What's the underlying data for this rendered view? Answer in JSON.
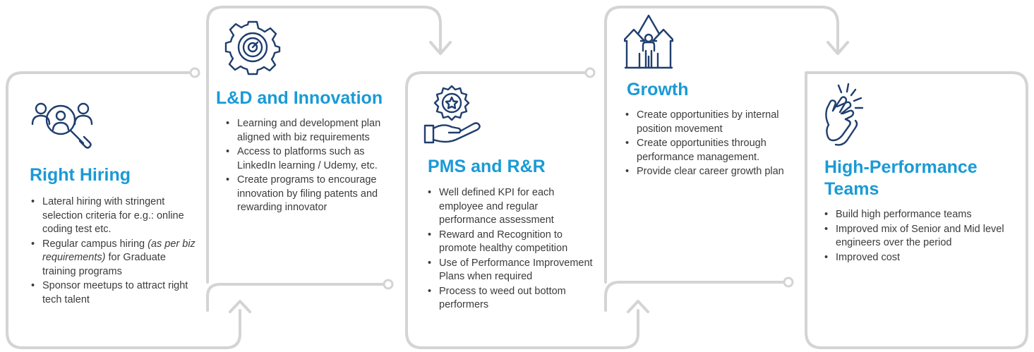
{
  "colors": {
    "accent": "#1a9ad6",
    "connector": "#d4d4d4",
    "icon": "#1f3e6e",
    "text": "#3b3b3b"
  },
  "cards": [
    {
      "title": "Right Hiring",
      "icon": "recruitment-search-icon",
      "bullets": [
        "Lateral hiring with stringent selection criteria for e.g.: online coding test etc.",
        "Regular campus hiring (as per biz requirements) for Graduate training programs",
        "Sponsor meetups to attract right tech talent"
      ],
      "bullet_parts": {
        "before": "Regular campus hiring ",
        "emphasis": "(as per biz requirements)",
        "after": " for Graduate training programs"
      }
    },
    {
      "title": "L&D and Innovation",
      "icon": "gear-target-icon",
      "bullets": [
        "Learning and development plan aligned with biz requirements",
        "Access to platforms such as LinkedIn learning / Udemy, etc.",
        "Create programs to encourage innovation by filing patents and rewarding innovator"
      ]
    },
    {
      "title": "PMS and R&R",
      "icon": "award-hand-icon",
      "bullets": [
        "Well defined KPI for each employee and regular performance assessment",
        "Reward and Recognition to promote healthy competition",
        "Use of Performance Improvement Plans when required",
        "Process to weed out bottom performers"
      ]
    },
    {
      "title": "Growth",
      "icon": "career-growth-arrows-icon",
      "bullets": [
        "Create opportunities by internal position movement",
        "Create opportunities through performance management.",
        "Provide clear career growth plan"
      ]
    },
    {
      "title": "High-Performance Teams",
      "icon": "clapping-hands-icon",
      "bullets": [
        "Build high performance teams",
        "Improved mix of Senior and Mid level engineers over the period",
        "Improved cost"
      ]
    }
  ]
}
